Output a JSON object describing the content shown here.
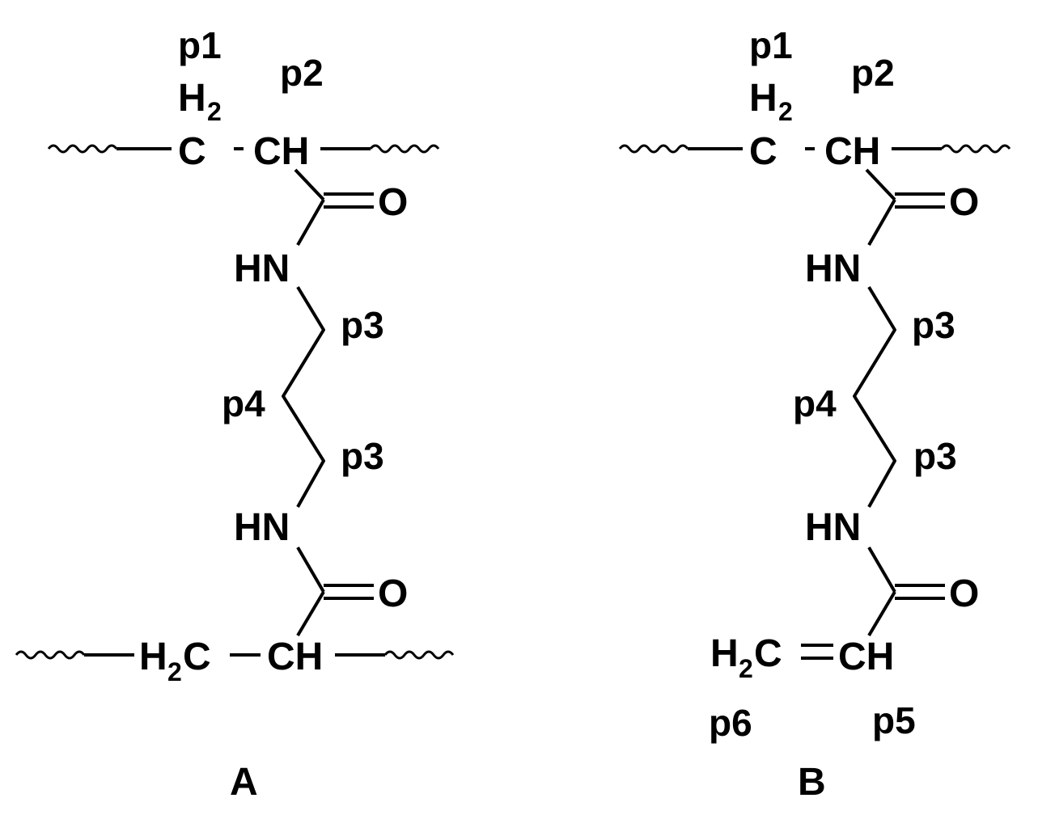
{
  "structures": [
    {
      "id": "A",
      "panel_label": "A",
      "labels": {
        "p1": "p1",
        "p2": "p2",
        "p3_upper": "p3",
        "p4": "p4",
        "p3_lower": "p3"
      },
      "atoms": {
        "top_c": "C",
        "top_h2_h": "H",
        "top_h2_sub": "2",
        "top_ch": "CH",
        "top_o": "O",
        "hn_upper": "HN",
        "hn_lower": "HN",
        "bottom_o": "O",
        "bottom_h2c_h": "H",
        "bottom_h2c_sub": "2",
        "bottom_h2c_c": "C",
        "bottom_ch": "CH"
      }
    },
    {
      "id": "B",
      "panel_label": "B",
      "labels": {
        "p1": "p1",
        "p2": "p2",
        "p3_upper": "p3",
        "p4": "p4",
        "p3_lower": "p3",
        "p5": "p5",
        "p6": "p6"
      },
      "atoms": {
        "top_c": "C",
        "top_h2_h": "H",
        "top_h2_sub": "2",
        "top_ch": "CH",
        "top_o": "O",
        "hn_upper": "HN",
        "hn_lower": "HN",
        "bottom_o": "O",
        "vinyl_h2c_h": "H",
        "vinyl_h2c_sub": "2",
        "vinyl_h2c_c": "C",
        "vinyl_ch": "CH"
      }
    }
  ],
  "colors": {
    "ink": "#000000",
    "background": "#ffffff"
  }
}
